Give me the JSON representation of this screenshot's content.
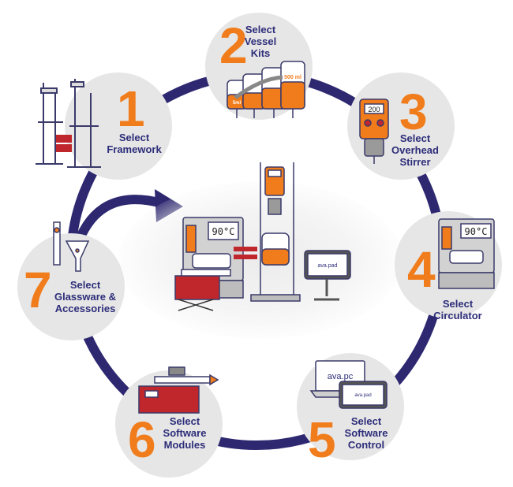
{
  "colors": {
    "ring": "#2d2870",
    "number": "#f07c1c",
    "label": "#2d2d7a",
    "circle": "#e6e6e6",
    "accent_red": "#c0272d",
    "gray_equipment": "#b9b9b9"
  },
  "steps": [
    {
      "number": "1",
      "lines": [
        "Select",
        "Framework"
      ]
    },
    {
      "number": "2",
      "lines": [
        "Select",
        "Vessel",
        "Kits"
      ]
    },
    {
      "number": "3",
      "lines": [
        "Select",
        "Overhead",
        "Stirrer"
      ]
    },
    {
      "number": "4",
      "lines": [
        "Select",
        "Circulator"
      ]
    },
    {
      "number": "5",
      "lines": [
        "Select",
        "Software",
        "Control"
      ]
    },
    {
      "number": "6",
      "lines": [
        "Select",
        "Software",
        "Modules"
      ]
    },
    {
      "number": "7",
      "lines": [
        "Select",
        "Glassware &",
        "Accessories"
      ]
    }
  ],
  "equipment_labels": {
    "circulator_display": "90°C",
    "circulator_display_center": "90°C",
    "stirrer_display": "200",
    "vessel_small": "5ml",
    "vessel_large": "500 ml",
    "software_brand": "ava.pc",
    "tablet_brand": "ava.pad",
    "tablet_brand_center": "ava.pad"
  },
  "icons": [
    "framework-icon",
    "vessel-kits-icon",
    "overhead-stirrer-icon",
    "circulator-icon",
    "software-control-icon",
    "syringe-pump-icon",
    "glassware-icon",
    "reactor-system-icon"
  ]
}
